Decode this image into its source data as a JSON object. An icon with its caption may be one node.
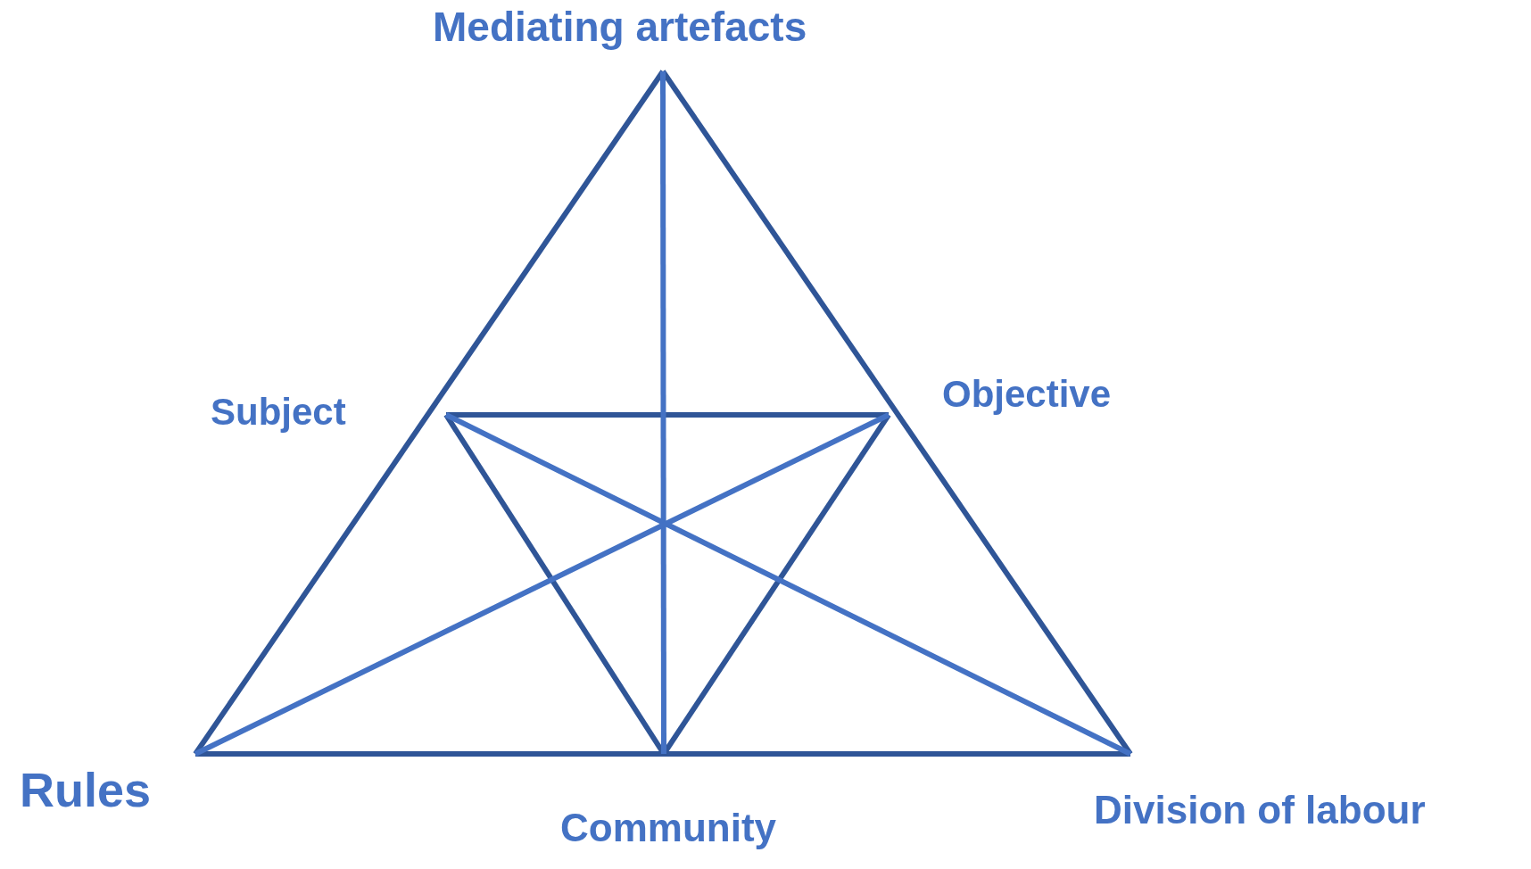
{
  "diagram": {
    "nodes": [
      {
        "text": [
          "Mediating artefacts"
        ]
      },
      {
        "text": [
          "Subject"
        ]
      },
      {
        "text": [
          "Objective"
        ]
      },
      {
        "text": [
          "Rules"
        ]
      },
      {
        "text": [
          "Community"
        ]
      },
      {
        "text": [
          "Division of labour"
        ]
      }
    ],
    "edges": [
      {
        "from": 0,
        "to": 3,
        "arrow": "none"
      },
      {
        "from": 0,
        "to": 5,
        "arrow": "none"
      },
      {
        "from": 3,
        "to": 4,
        "arrow": "none"
      },
      {
        "from": 4,
        "to": 5,
        "arrow": "none"
      },
      {
        "from": 1,
        "to": 2,
        "arrow": "none"
      },
      {
        "from": 1,
        "to": 4,
        "arrow": "none"
      },
      {
        "from": 2,
        "to": 4,
        "arrow": "none"
      },
      {
        "from": 0,
        "to": 4,
        "arrow": "none",
        "color": "#4472c4"
      },
      {
        "from": 1,
        "to": 5,
        "arrow": "none",
        "color": "#4472c4"
      },
      {
        "from": 3,
        "to": 2,
        "arrow": "none",
        "color": "#4472c4"
      }
    ]
  }
}
